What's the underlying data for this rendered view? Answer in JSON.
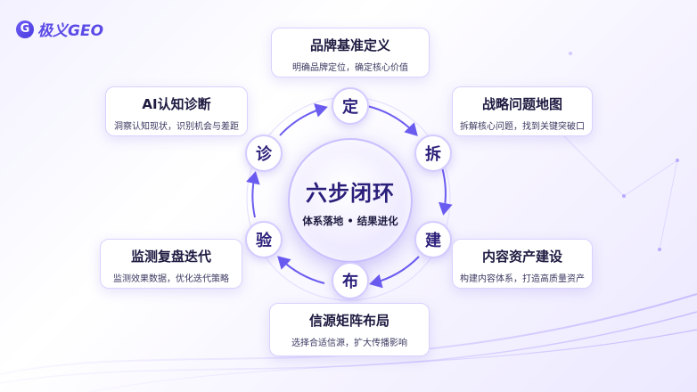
{
  "logo": {
    "mark": "G",
    "text": "极义GEO"
  },
  "center": {
    "title": "六步闭环",
    "subtitle": "体系落地 • 结果进化"
  },
  "steps": [
    {
      "node": "定",
      "title": "品牌基准定义",
      "desc": "明确品牌定位，确定核心价值"
    },
    {
      "node": "拆",
      "title": "战略问题地图",
      "desc": "拆解核心问题，找到关键突破口"
    },
    {
      "node": "建",
      "title": "内容资产建设",
      "desc": "构建内容体系，打造高质量资产"
    },
    {
      "node": "布",
      "title": "信源矩阵布局",
      "desc": "选择合适信源，扩大传播影响"
    },
    {
      "node": "验",
      "title": "监测复盘迭代",
      "desc": "监测效果数据，优化迭代策略"
    },
    {
      "node": "诊",
      "title": "AI认知诊断",
      "desc": "洞察认知现状，识别机会与差距"
    }
  ],
  "colors": {
    "accent": "#5b4be6",
    "node_text": "#2a1f7a",
    "arrow": "#6b5cf0"
  }
}
